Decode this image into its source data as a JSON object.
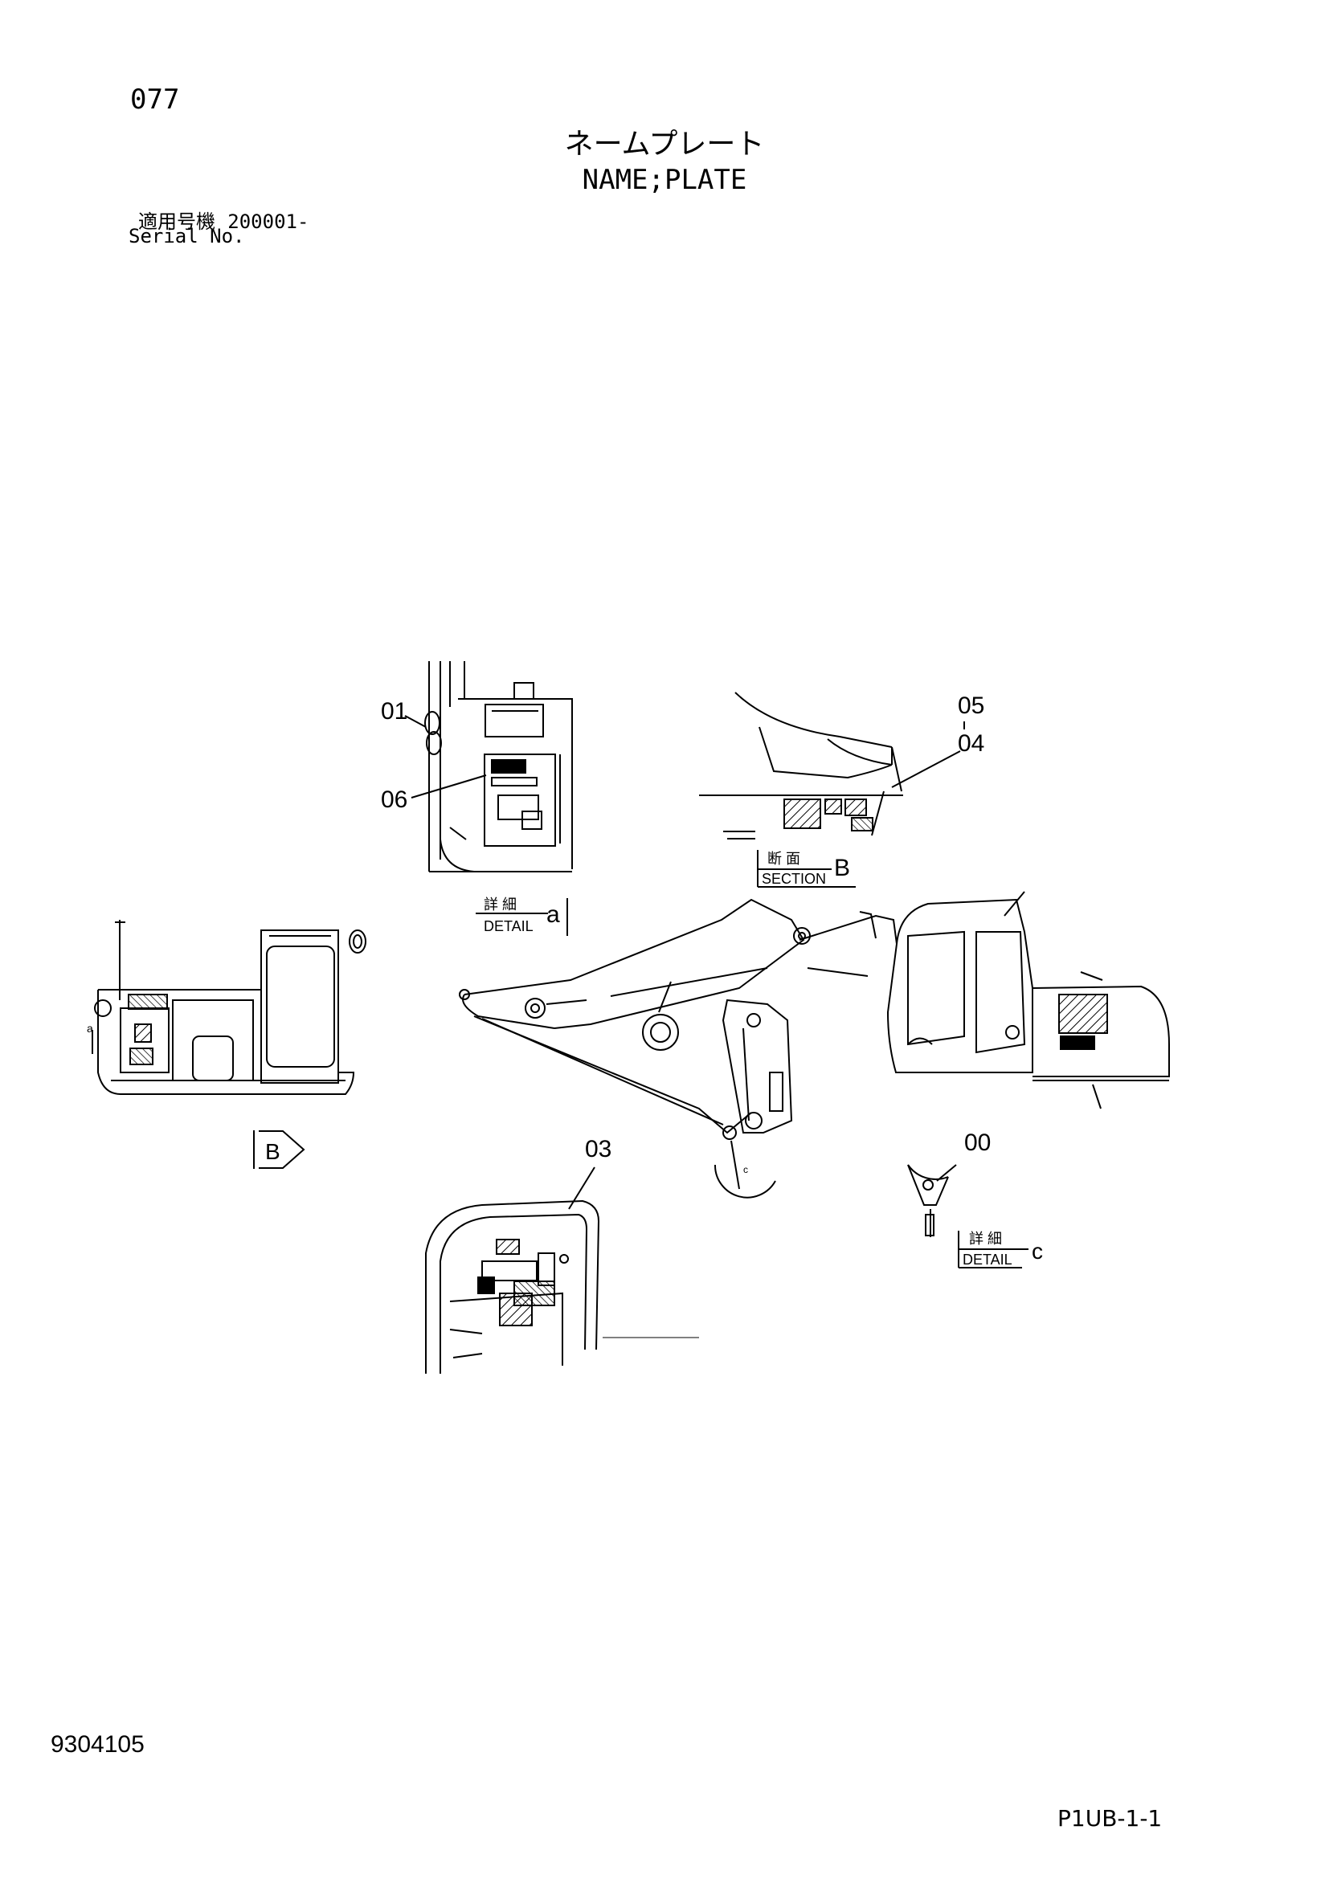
{
  "header": {
    "page_number": "077",
    "title_jp": "ネームプレート",
    "title_en": "NAME;PLATE",
    "serial_label_jp": "適用号機",
    "serial_value": "200001-",
    "serial_label_en": "Serial No."
  },
  "callouts": {
    "c01": "01",
    "c06": "06",
    "c05": "05",
    "c04": "04",
    "c03": "03",
    "c00": "00"
  },
  "detail_a": {
    "jp": "詳 細",
    "en": "DETAIL",
    "letter": "a"
  },
  "section_b": {
    "jp": "断 面",
    "en": "SECTION",
    "letter": "B"
  },
  "detail_c": {
    "jp": "詳 細",
    "en": "DETAIL",
    "letter": "c"
  },
  "view_arrow": {
    "letter": "B"
  },
  "small_marks": {
    "a_mark": "a",
    "c_mark": "c"
  },
  "footer": {
    "doc_number": "9304105",
    "page_ref": "P1UB-1-1"
  }
}
